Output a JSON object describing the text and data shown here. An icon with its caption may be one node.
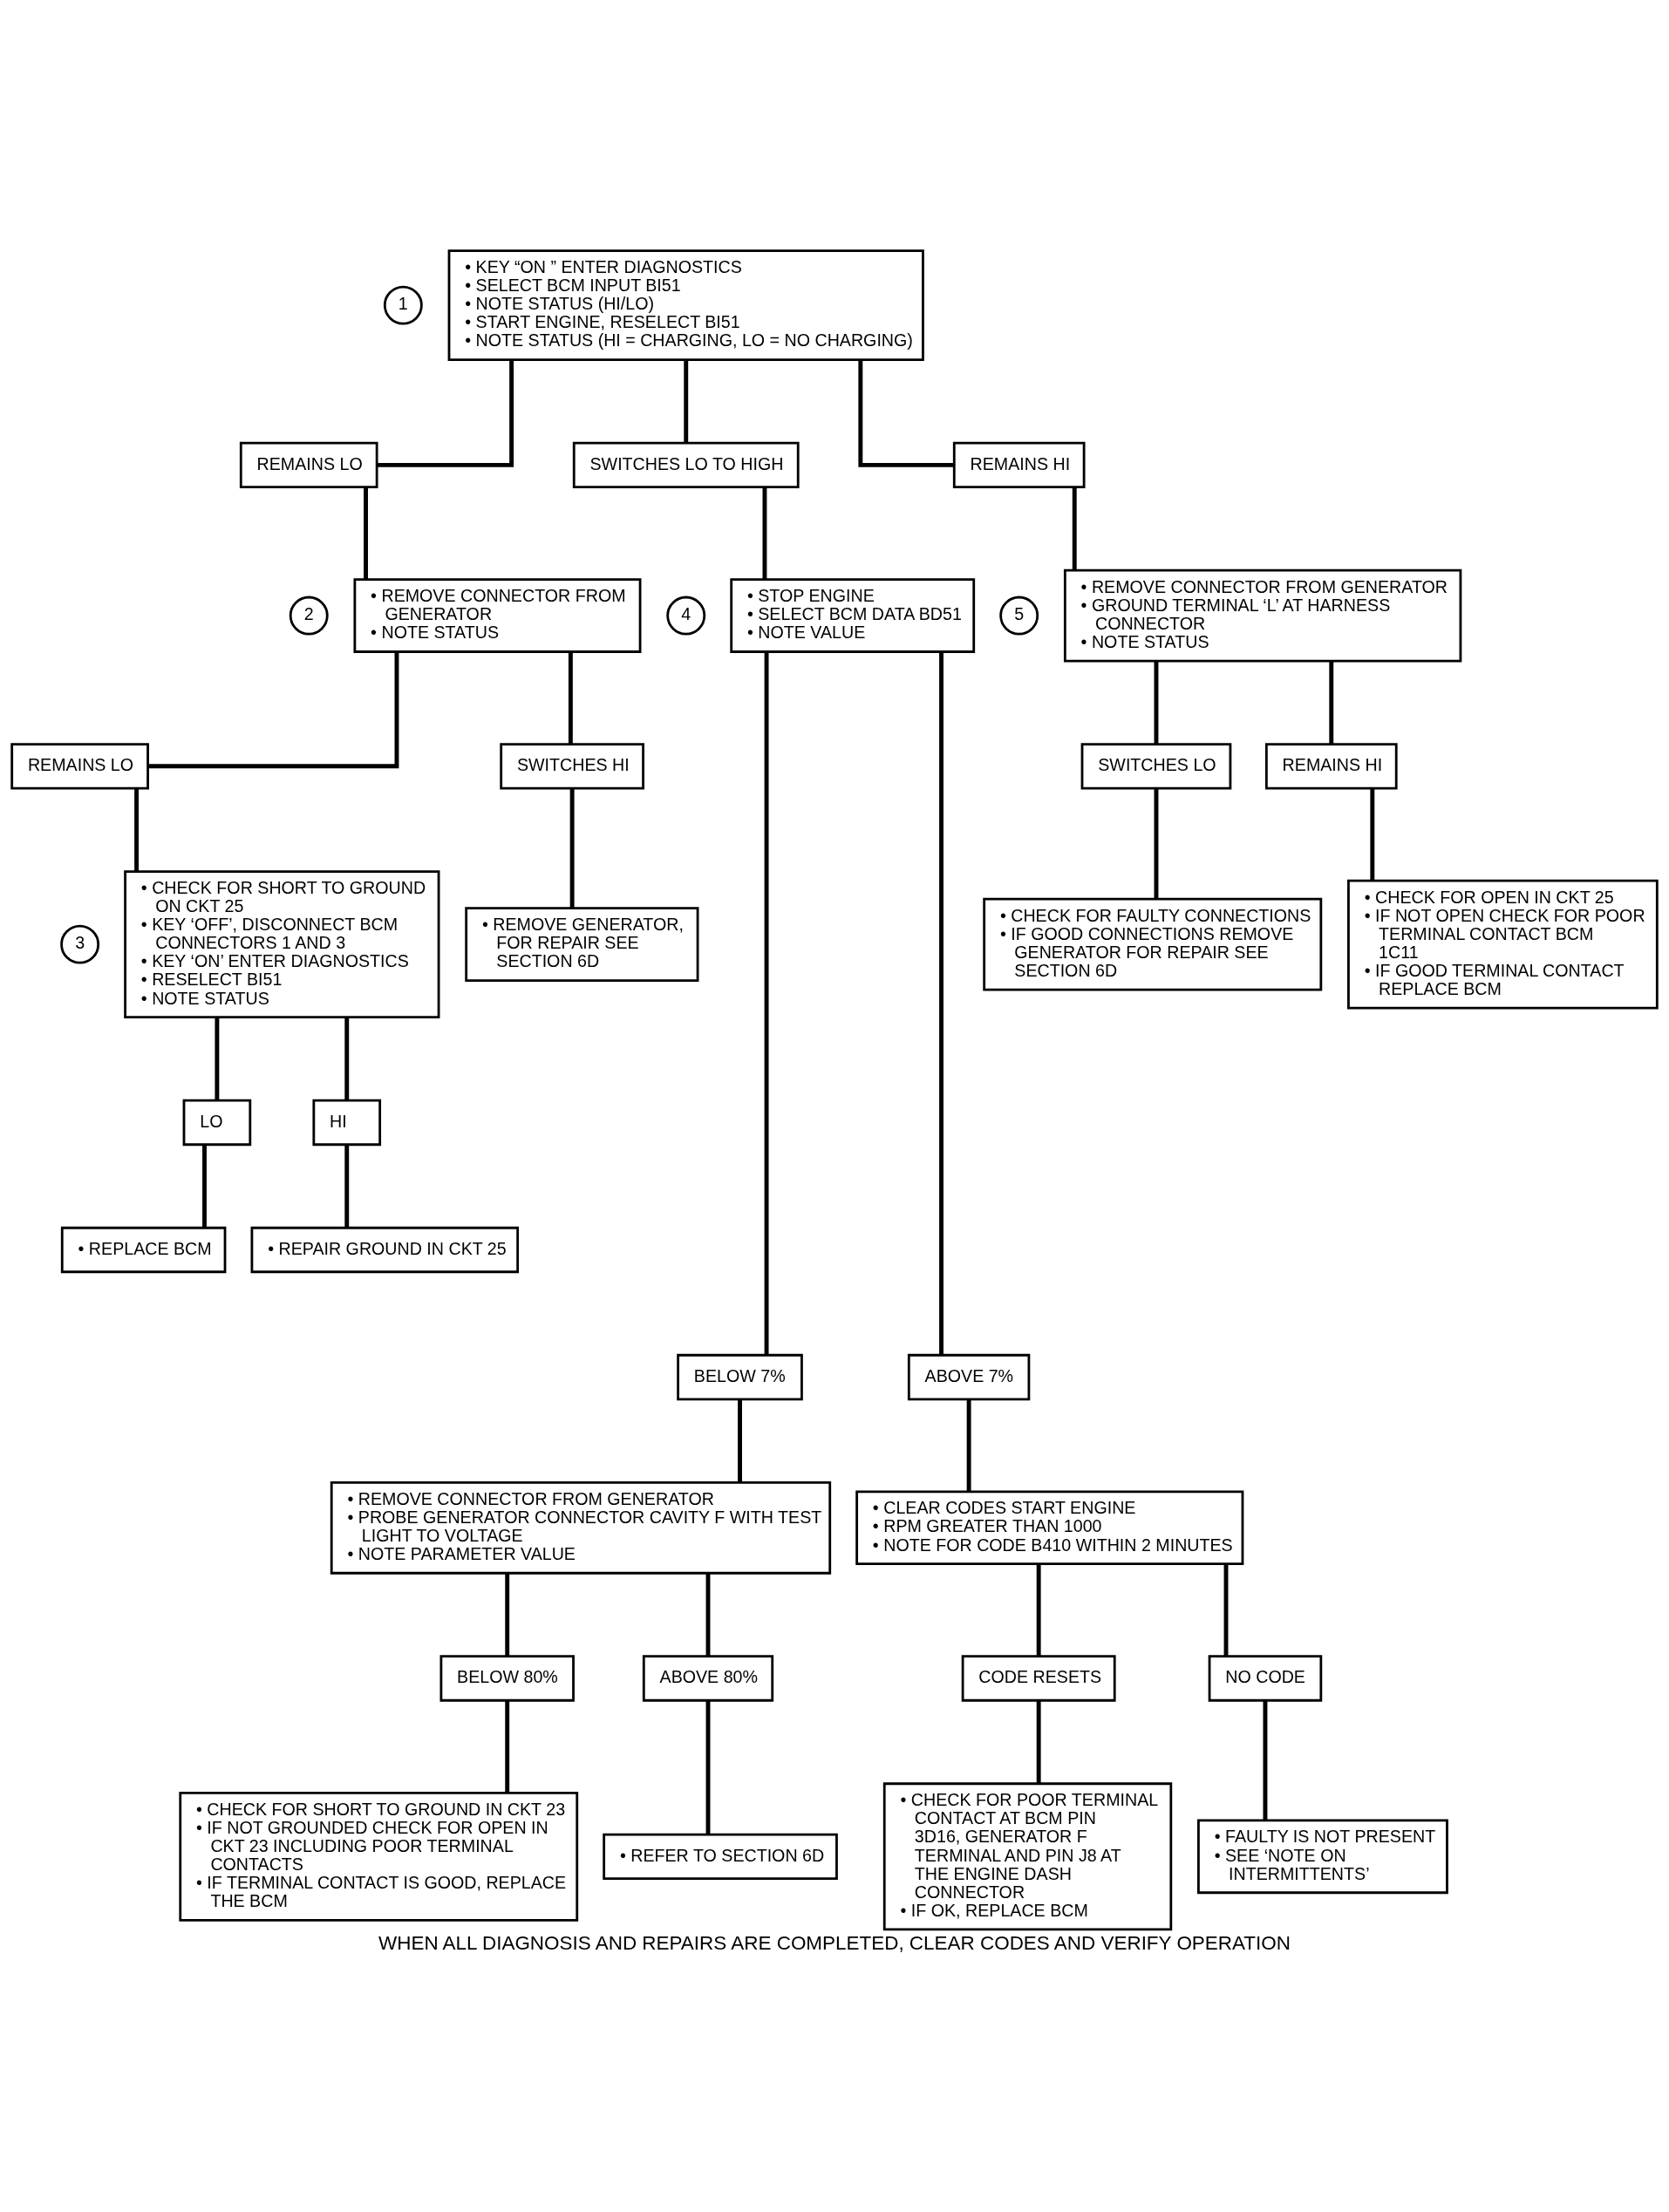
{
  "diagram": {
    "caption": "WHEN ALL DIAGNOSIS AND REPAIRS ARE COMPLETED, CLEAR CODES AND VERIFY OPERATION",
    "nodes": [
      {
        "text": [
          "• KEY “ON ” ENTER DIAGNOSTICS",
          "• SELECT BCM INPUT BI51",
          "• NOTE STATUS (HI/LO)",
          "• START ENGINE, RESELECT BI51",
          "• NOTE STATUS (HI = CHARGING, LO = NO CHARGING)"
        ],
        "beside": [
          "1"
        ]
      },
      {
        "text": [
          "REMAINS LO"
        ]
      },
      {
        "text": [
          "SWITCHES LO TO HIGH"
        ]
      },
      {
        "text": [
          "REMAINS HI"
        ]
      },
      {
        "text": [
          "• REMOVE CONNECTOR FROM GENERATOR",
          "• NOTE STATUS"
        ],
        "beside": [
          "2"
        ]
      },
      {
        "text": [
          "• STOP ENGINE",
          "• SELECT BCM DATA BD51",
          "• NOTE VALUE"
        ],
        "beside": [
          "4"
        ]
      },
      {
        "text": [
          "• REMOVE CONNECTOR FROM GENERATOR",
          "• GROUND TERMINAL ‘L’ AT HARNESS CONNECTOR",
          "• NOTE STATUS"
        ],
        "beside": [
          "5"
        ]
      },
      {
        "text": [
          "REMAINS LO"
        ]
      },
      {
        "text": [
          "SWITCHES HI"
        ]
      },
      {
        "text": [
          "• CHECK FOR SHORT TO GROUND ON CKT 25",
          "• KEY ‘OFF’, DISCONNECT BCM CONNECTORS 1 AND 3",
          "• KEY ‘ON’ ENTER DIAGNOSTICS",
          "• RESELECT BI51",
          "• NOTE STATUS"
        ],
        "beside": [
          "3"
        ]
      },
      {
        "text": [
          "• REMOVE GENERATOR, FOR REPAIR SEE SECTION 6D"
        ]
      },
      {
        "text": [
          "SWITCHES LO"
        ]
      },
      {
        "text": [
          "REMAINS HI"
        ]
      },
      {
        "text": [
          "• CHECK FOR FAULTY CONNECTIONS",
          "• IF GOOD CONNECTIONS REMOVE GENERATOR FOR REPAIR SEE SECTION 6D"
        ]
      },
      {
        "text": [
          "• CHECK FOR OPEN IN CKT 25",
          "• IF NOT OPEN CHECK FOR POOR TERMINAL CONTACT BCM 1C11",
          "• IF GOOD TERMINAL CONTACT REPLACE BCM"
        ]
      },
      {
        "text": [
          "LO"
        ]
      },
      {
        "text": [
          "HI"
        ]
      },
      {
        "text": [
          "• REPLACE BCM"
        ]
      },
      {
        "text": [
          "• REPAIR GROUND IN CKT 25"
        ]
      },
      {
        "text": [
          "BELOW 7%"
        ]
      },
      {
        "text": [
          "ABOVE 7%"
        ]
      },
      {
        "text": [
          "• REMOVE CONNECTOR FROM GENERATOR",
          "• PROBE GENERATOR CONNECTOR CAVITY F WITH TEST LIGHT TO VOLTAGE",
          "• NOTE PARAMETER VALUE"
        ]
      },
      {
        "text": [
          "• CLEAR CODES START ENGINE",
          "• RPM GREATER THAN 1000",
          "• NOTE FOR CODE B410 WITHIN 2 MINUTES"
        ]
      },
      {
        "text": [
          "BELOW 80%"
        ]
      },
      {
        "text": [
          "ABOVE 80%"
        ]
      },
      {
        "text": [
          "CODE RESETS"
        ]
      },
      {
        "text": [
          "NO CODE"
        ]
      },
      {
        "text": [
          "• CHECK FOR SHORT TO GROUND IN CKT 23",
          "• IF NOT GROUNDED CHECK FOR OPEN IN CKT 23 INCLUDING POOR TERMINAL CONTACTS",
          "• IF TERMINAL CONTACT IS GOOD, REPLACE THE BCM"
        ]
      },
      {
        "text": [
          "• REFER TO SECTION 6D"
        ]
      },
      {
        "text": [
          "• CHECK FOR POOR TERMINAL CONTACT AT BCM PIN 3D16, GENERATOR F TERMINAL AND PIN J8 AT THE ENGINE DASH CONNECTOR",
          "• IF OK, REPLACE BCM"
        ]
      },
      {
        "text": [
          "• FAULTY IS NOT PRESENT",
          "• SEE ‘NOTE ON INTERMITTENTS’"
        ]
      }
    ],
    "edges": [
      {
        "from": 0,
        "to": 1,
        "arrow": "none"
      },
      {
        "from": 0,
        "to": 2,
        "arrow": "none"
      },
      {
        "from": 0,
        "to": 3,
        "arrow": "none"
      },
      {
        "from": 1,
        "to": 4,
        "arrow": "none"
      },
      {
        "from": 2,
        "to": 5,
        "arrow": "none"
      },
      {
        "from": 3,
        "to": 6,
        "arrow": "none"
      },
      {
        "from": 4,
        "to": 7,
        "arrow": "none"
      },
      {
        "from": 4,
        "to": 8,
        "arrow": "none"
      },
      {
        "from": 7,
        "to": 9,
        "arrow": "none"
      },
      {
        "from": 8,
        "to": 10,
        "arrow": "none"
      },
      {
        "from": 6,
        "to": 11,
        "arrow": "none"
      },
      {
        "from": 6,
        "to": 12,
        "arrow": "none"
      },
      {
        "from": 11,
        "to": 13,
        "arrow": "none"
      },
      {
        "from": 12,
        "to": 14,
        "arrow": "none"
      },
      {
        "from": 9,
        "to": 15,
        "arrow": "none"
      },
      {
        "from": 9,
        "to": 16,
        "arrow": "none"
      },
      {
        "from": 15,
        "to": 17,
        "arrow": "none"
      },
      {
        "from": 16,
        "to": 18,
        "arrow": "none"
      },
      {
        "from": 5,
        "to": 19,
        "arrow": "none"
      },
      {
        "from": 5,
        "to": 20,
        "arrow": "none"
      },
      {
        "from": 19,
        "to": 21,
        "arrow": "none"
      },
      {
        "from": 20,
        "to": 22,
        "arrow": "none"
      },
      {
        "from": 21,
        "to": 23,
        "arrow": "none"
      },
      {
        "from": 21,
        "to": 24,
        "arrow": "none"
      },
      {
        "from": 23,
        "to": 27,
        "arrow": "none"
      },
      {
        "from": 24,
        "to": 28,
        "arrow": "none"
      },
      {
        "from": 22,
        "to": 25,
        "arrow": "none"
      },
      {
        "from": 22,
        "to": 26,
        "arrow": "none"
      },
      {
        "from": 25,
        "to": 29,
        "arrow": "none"
      },
      {
        "from": 26,
        "to": 30,
        "arrow": "none"
      }
    ]
  }
}
